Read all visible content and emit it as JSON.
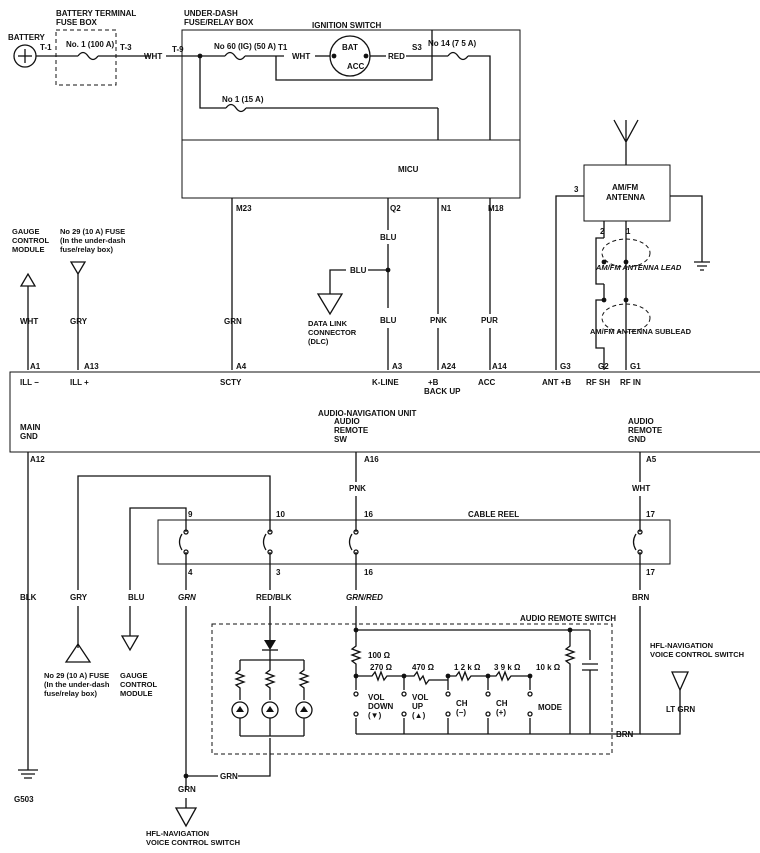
{
  "top": {
    "battery": {
      "name": "BATTERY",
      "terminal": "T-1"
    },
    "terminal_box": {
      "title_line1": "BATTERY TERMINAL",
      "title_line2": "FUSE BOX",
      "fuse": "No. 1 (100 A)",
      "pin_out": "T-3"
    },
    "wire_wht_1": "WHT",
    "underdash": {
      "title_line1": "UNDER-DASH",
      "title_line2": "FUSE/RELAY BOX",
      "pin_in": "T-9",
      "pin_t1": "T1",
      "fuse_60": "No 60 (IG) (50 A)",
      "fuse_1": "No 1 (15 A)",
      "fuse_14": "No 14 (7 5 A)",
      "pin_s3": "S3"
    },
    "wire_wht_2": "WHT",
    "wire_red": "RED",
    "ignition": {
      "title": "IGNITION SWITCH",
      "bat": "BAT",
      "acc": "ACC"
    },
    "micu": {
      "label": "MICU",
      "m23": "M23",
      "q2": "Q2",
      "n1": "N1",
      "m18": "M18"
    }
  },
  "left_inputs": {
    "gauge": {
      "line1": "GAUGE",
      "line2": "CONTROL",
      "line3": "MODULE",
      "wire": "WHT"
    },
    "fuse29": {
      "line1": "No  29 (10 A) FUSE",
      "line2": "(In the under-dash",
      "line3": "fuse/relay box)",
      "wire": "GRY"
    },
    "grn_wire": "GRN",
    "dlc": {
      "wire": "BLU",
      "wire2": "BLU",
      "wire3": "BLU",
      "line1": "DATA LINK",
      "line2": "CONNECTOR",
      "line3": "(DLC)"
    },
    "pnk_wire": "PNK",
    "pur_wire": "PUR"
  },
  "antenna": {
    "title_line1": "AM/FM",
    "title_line2": "ANTENNA",
    "pin3": "3",
    "pin2": "2",
    "pin1": "1",
    "lead": "AM/FM ANTENNA LEAD",
    "sublead": "AM/FM ANTENNA SUBLEAD"
  },
  "unit": {
    "title": "AUDIO-NAVIGATION UNIT",
    "pins_top": [
      {
        "pin": "A1",
        "label": "ILL −"
      },
      {
        "pin": "A13",
        "label": "ILL +"
      },
      {
        "pin": "A4",
        "label": "SCTY"
      },
      {
        "pin": "A3",
        "label": "K-LINE"
      },
      {
        "pin": "A24",
        "label": "+B"
      },
      {
        "pin": "A14",
        "label": "ACC"
      },
      {
        "pin": "G3",
        "label": "ANT +B"
      },
      {
        "pin": "G2",
        "label": "RF SH"
      },
      {
        "pin": "G1",
        "label": "RF IN"
      }
    ],
    "backup": "BACK UP",
    "main_gnd": {
      "line1": "MAIN",
      "line2": "GND",
      "pin": "A12"
    },
    "remote_sw": {
      "line1": "AUDIO",
      "line2": "REMOTE",
      "line3": "SW",
      "pin": "A16"
    },
    "remote_gnd": {
      "line1": "AUDIO",
      "line2": "REMOTE",
      "line3": "GND",
      "pin": "A5"
    }
  },
  "cable_reel": {
    "title": "CABLE REEL",
    "top_pins": [
      "9",
      "10",
      "16",
      "17"
    ],
    "bottom_pins": [
      "4",
      "3",
      "16",
      "17"
    ]
  },
  "lower": {
    "blk": "BLK",
    "gry": "GRY",
    "blu": "BLU",
    "grn": "GRN",
    "redblk": "RED/BLK",
    "grnred": "GRN/RED",
    "pnk": "PNK",
    "wht": "WHT",
    "brn": "BRN",
    "ltgrn": "LT GRN",
    "grn2": "GRN",
    "grn3": "GRN",
    "brn2": "BRN",
    "ground": "G503",
    "fuse29": {
      "line1": "No  29 (10 A) FUSE",
      "line2": "(In the under-dash",
      "line3": "fuse/relay box)"
    },
    "gauge": {
      "line1": "GAUGE",
      "line2": "CONTROL",
      "line3": "MODULE"
    },
    "hfl_bottom": {
      "line1": "HFL-NAVIGATION",
      "line2": "VOICE CONTROL SWITCH"
    },
    "hfl_right": {
      "line1": "HFL-NAVIGATION",
      "line2": "VOICE CONTROL SWITCH"
    }
  },
  "remote_switch": {
    "title": "AUDIO REMOTE SWITCH",
    "r100": "100 Ω",
    "r270": "270 Ω",
    "r470": "470 Ω",
    "r12k": "1 2 k Ω",
    "r39k": "3 9 k Ω",
    "r10k": "10 k Ω",
    "vol_down": {
      "line1": "VOL",
      "line2": "DOWN",
      "line3": "(▼)"
    },
    "vol_up": {
      "line1": "VOL",
      "line2": "UP",
      "line3": "(▲)"
    },
    "ch_minus": {
      "line1": "CH",
      "line2": "(−)"
    },
    "ch_plus": {
      "line1": "CH",
      "line2": "(+)"
    },
    "mode": "MODE"
  }
}
